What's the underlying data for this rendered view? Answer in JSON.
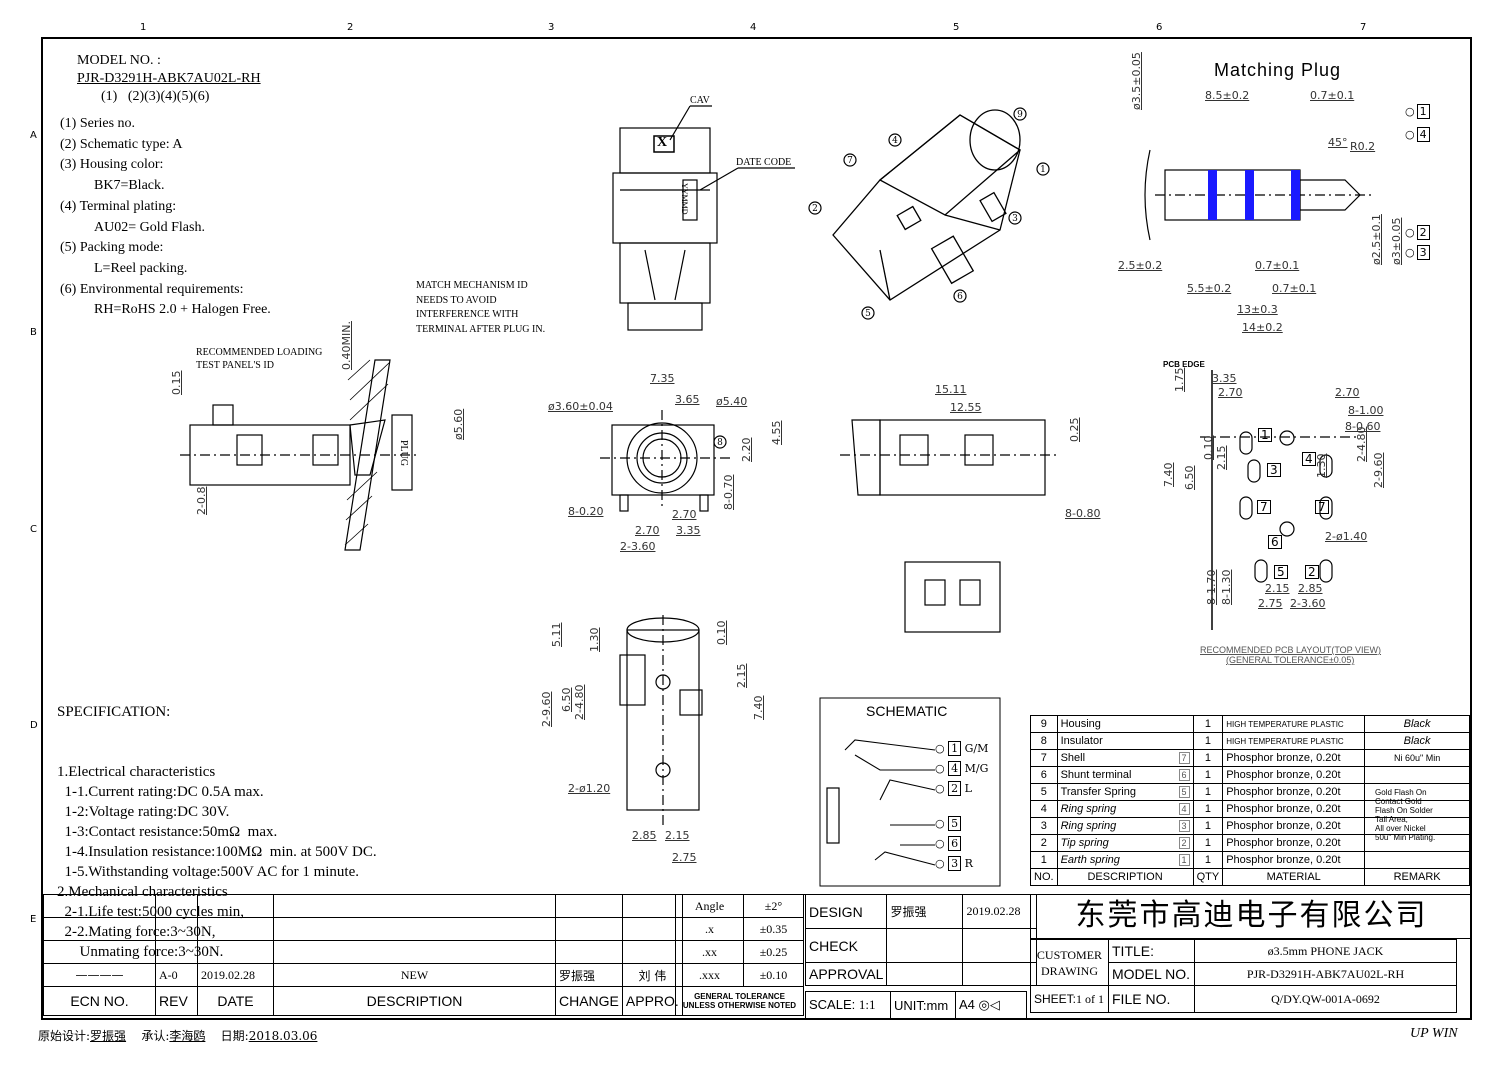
{
  "header_fragment": "",
  "zone_numbers_top": [
    "1",
    "2",
    "3",
    "4",
    "5",
    "6",
    "7"
  ],
  "zone_letters_left": [
    "A",
    "B",
    "C",
    "D",
    "E"
  ],
  "model": {
    "label": "MODEL NO. :",
    "number": "PJR-D3291H-ABK7AU02L-RH",
    "segments": "(1)   (2)(3)(4)(5)(6)",
    "notes": [
      {
        "num": "(1)",
        "text": "Series no."
      },
      {
        "num": "(2)",
        "text": "Schematic type: A"
      },
      {
        "num": "(3)",
        "text": "Housing color:"
      },
      {
        "num": "",
        "text": "BK7=Black."
      },
      {
        "num": "(4)",
        "text": "Terminal plating:"
      },
      {
        "num": "",
        "text": "AU02= Gold Flash."
      },
      {
        "num": "(5)",
        "text": "Packing mode:"
      },
      {
        "num": "",
        "text": "L=Reel packing."
      },
      {
        "num": "(6)",
        "text": "Environmental requirements:"
      },
      {
        "num": "",
        "text": "RH=RoHS 2.0 + Halogen Free."
      }
    ]
  },
  "callouts": {
    "cav": "CAV",
    "cav_mark": "X",
    "date_code": "DATE CODE",
    "yymmd": "YYMMD",
    "match_mechanism": [
      "MATCH MECHANISM ID",
      "NEEDS TO AVOID",
      "INTERFERENCE WITH",
      "TERMINAL AFTER PLUG IN."
    ],
    "recommended_loading": [
      "RECOMMENDED LOADING",
      "TEST PANEL'S ID"
    ],
    "plug": "PLUG",
    "pcb_edge": "PCB EDGE",
    "pcb_layout_title": "RECOMMENDED PCB LAYOUT(TOP VIEW)",
    "pcb_layout_tolerance": "(GENERAL TOLERANCE±0.05)",
    "matching_plug": "Matching Plug"
  },
  "dimensions": {
    "side_view": [
      "0.15",
      "0.40MIN.",
      "ø5.60",
      "2-0.8"
    ],
    "front_view": [
      "7.35",
      "3.65",
      "ø3.60±0.04",
      "ø5.40",
      "4.55",
      "2.20",
      "8-0.20",
      "2.70",
      "3.35",
      "2.70",
      "2-3.60",
      "8-0.70"
    ],
    "right_view": [
      "15.11",
      "12.55",
      "0.25",
      "8-0.80"
    ],
    "bottom_view": [
      "5.11",
      "1.30",
      "0.10",
      "2-9.60",
      "6.50",
      "2-4.80",
      "2.15",
      "7.40",
      "2-ø1.20",
      "2.85",
      "2.15",
      "2.75"
    ],
    "plug": [
      "8.5±0.2",
      "0.7±0.1",
      "ø3.5±0.05",
      "45°",
      "R0.2",
      "2.5±0.2",
      "0.7±0.1",
      "5.5±0.2",
      "0.7±0.1",
      "13±0.3",
      "14±0.2",
      "ø2.5±0.1",
      "ø3±0.05"
    ],
    "pcb": [
      "3.35",
      "2.70",
      "2.70",
      "8-1.00",
      "8-0.60",
      "1.75",
      "0.10",
      "2.15",
      "6.50",
      "7.40",
      "2-4.80",
      "1.30",
      "2-9.60",
      "2-ø1.40",
      "2.15",
      "2.85",
      "2.75",
      "2-3.60",
      "8-1.70",
      "8-1.30"
    ]
  },
  "balloons_3d": [
    "1",
    "2",
    "3",
    "4",
    "5",
    "6",
    "7",
    "8",
    "9"
  ],
  "plug_ring_labels": [
    "1",
    "4",
    "2",
    "3"
  ],
  "pcb_pad_labels": [
    "1",
    "3",
    "4",
    "7",
    "7",
    "6",
    "5",
    "2"
  ],
  "specification": {
    "title": "SPECIFICATION:",
    "lines": [
      "1.Electrical characteristics",
      "  1-1.Current rating:DC 0.5A max.",
      "  1-2:Voltage rating:DC 30V.",
      "  1-3:Contact resistance:50mΩ  max.",
      "  1-4.Insulation resistance:100MΩ  min. at 500V DC.",
      "  1-5.Withstanding voltage:500V AC for 1 minute.",
      "2.Mechanical characteristics",
      "  2-1.Life test:5000 cycles min,",
      "  2-2.Mating force:3~30N,",
      "      Unmating force:3~30N."
    ]
  },
  "schematic": {
    "title": "SCHEMATIC",
    "pins": [
      {
        "num": "1",
        "label": "G/M"
      },
      {
        "num": "4",
        "label": "M/G"
      },
      {
        "num": "2",
        "label": "L"
      },
      {
        "num": "5",
        "label": ""
      },
      {
        "num": "6",
        "label": ""
      },
      {
        "num": "3",
        "label": "R"
      }
    ]
  },
  "bom": {
    "headers": [
      "NO.",
      "DESCRIPTION",
      "QTY",
      "MATERIAL",
      "REMARK"
    ],
    "rows": [
      {
        "no": "9",
        "desc": "Housing",
        "ref": "",
        "qty": "1",
        "material": "HIGH TEMPERATURE PLASTIC",
        "remark": "Black"
      },
      {
        "no": "8",
        "desc": "Insulator",
        "ref": "",
        "qty": "1",
        "material": "HIGH TEMPERATURE PLASTIC",
        "remark": "Black"
      },
      {
        "no": "7",
        "desc": "Shell",
        "ref": "7",
        "qty": "1",
        "material": "Phosphor bronze, 0.20t",
        "remark": "Ni 60u\" Min"
      },
      {
        "no": "6",
        "desc": "Shunt terminal",
        "ref": "6",
        "qty": "1",
        "material": "Phosphor bronze, 0.20t",
        "remark": ""
      },
      {
        "no": "5",
        "desc": "Transfer Spring",
        "ref": "5",
        "qty": "1",
        "material": "Phosphor bronze, 0.20t",
        "remark": ""
      },
      {
        "no": "4",
        "desc": "Ring spring",
        "ref": "4",
        "qty": "1",
        "material": "Phosphor bronze, 0.20t",
        "remark": ""
      },
      {
        "no": "3",
        "desc": "Ring spring",
        "ref": "3",
        "qty": "1",
        "material": "Phosphor bronze, 0.20t",
        "remark": ""
      },
      {
        "no": "2",
        "desc": "Tip spring",
        "ref": "2",
        "qty": "1",
        "material": "Phosphor bronze, 0.20t",
        "remark": ""
      },
      {
        "no": "1",
        "desc": "Earth spring",
        "ref": "1",
        "qty": "1",
        "material": "Phosphor bronze, 0.20t",
        "remark": ""
      }
    ],
    "remark_gold": [
      "Gold Flash On",
      "Contact Gold",
      "Flash On Solder",
      "Tail Area,",
      "All over Nickel",
      "50u\" Min Plating."
    ]
  },
  "revision": {
    "headers": [
      "ECN NO.",
      "REV",
      "DATE",
      "DESCRIPTION",
      "CHANGE",
      "APPRO."
    ],
    "row": {
      "ecn": "————",
      "rev": "A-0",
      "date": "2019.02.28",
      "desc": "NEW",
      "change": "罗振强",
      "appro": "刘 伟"
    }
  },
  "tolerance": {
    "rows": [
      {
        "label": "Angle",
        "value": "±2°"
      },
      {
        "label": ".x",
        "value": "±0.35"
      },
      {
        "label": ".xx",
        "value": "±0.25"
      },
      {
        "label": ".xxx",
        "value": "±0.10"
      }
    ],
    "footer": [
      "GENERAL TOLERANCE",
      "UNLESS OTHERWISE NOTED"
    ]
  },
  "signoff": {
    "design_label": "DESIGN",
    "design_name": "罗振强",
    "design_date": "2019.02.28",
    "check_label": "CHECK",
    "approval_label": "APPROVAL",
    "scale_label": "SCALE:",
    "scale_value": "1:1",
    "unit_label": "UNIT:mm",
    "sheet_size": "A4",
    "sheet_label": "SHEET:",
    "sheet_value": "1 of 1"
  },
  "company": "东莞市高迪电子有限公司",
  "title_block": {
    "customer_drawing": [
      "CUSTOMER",
      "DRAWING"
    ],
    "title_label": "TITLE:",
    "title_value": "ø3.5mm PHONE JACK",
    "model_label": "MODEL NO.",
    "model_value": "PJR-D3291H-ABK7AU02L-RH",
    "file_label": "FILE NO.",
    "file_value": "Q/DY.QW-001A-0692"
  },
  "footer": {
    "designer_label": "原始设计:",
    "designer": "罗振强",
    "approver_label": "承认:",
    "approver": "李海鸥",
    "date_label": "日期:",
    "date": "2018.03.06",
    "brand": "UP WIN"
  },
  "colors": {
    "ink": "#000000",
    "dim": "#555555",
    "ring_blue": "#1a1aff"
  }
}
